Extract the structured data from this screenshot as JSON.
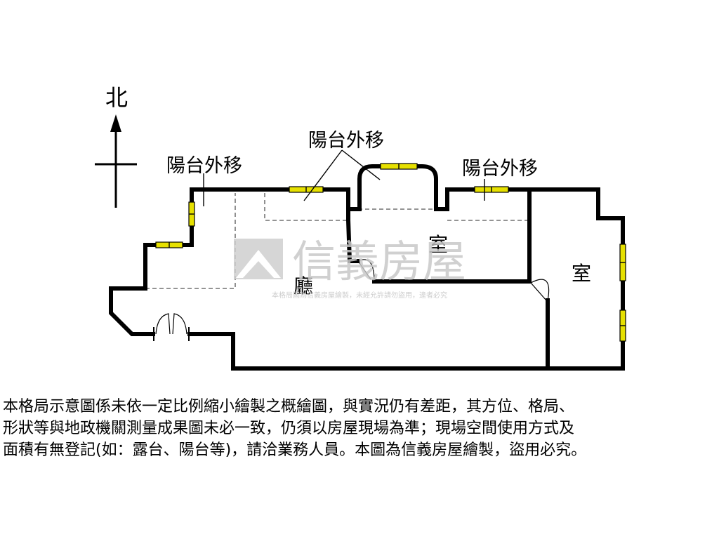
{
  "compass": {
    "north_label": "北"
  },
  "labels": {
    "balcony_left": "陽台外移",
    "balcony_center": "陽台外移",
    "balcony_right": "陽台外移",
    "room_center": "室",
    "room_right": "室",
    "living_room": "廳"
  },
  "watermark": {
    "brand": "信義房屋",
    "notice": "本格局圖為信義房屋繪製，未經允許請勿盜用，違者必究"
  },
  "disclaimer": {
    "line1": "本格局示意圖係未依一定比例縮小繪製之概繪圖，與實況仍有差距，其方位、格局、",
    "line2": "形狀等與地政機關測量成果圖未必一致，仍須以房屋現場為準；現場空間使用方式及",
    "line3": "面積有無登記(如：露台、陽台等)，請洽業務人員。本圖為信義房屋繪製，盜用必究。"
  },
  "colors": {
    "window": "#e6e000",
    "wall": "#000000",
    "watermark": "#c8c8c8"
  }
}
